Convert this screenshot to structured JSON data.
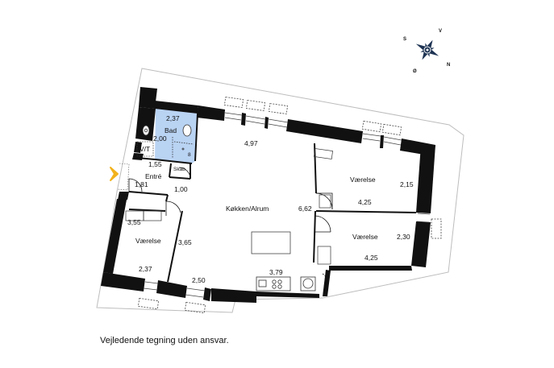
{
  "rooms": {
    "bad": {
      "label": "Bad",
      "dim1": "2,37",
      "dim2": "2,00"
    },
    "vt": {
      "label": "V/T"
    },
    "skab": {
      "label": "Skab"
    },
    "entre": {
      "label": "Entré",
      "dim1": "1,55",
      "dim2": "1,81",
      "dim3": "1,00"
    },
    "kokken": {
      "label": "Køkken/Alrum",
      "dim1": "4,97",
      "dim2": "6,62",
      "dim3": "3,79"
    },
    "vaerelse_ne": {
      "label": "Værelse",
      "dim1": "2,15",
      "dim2": "4,25"
    },
    "vaerelse_e": {
      "label": "Værelse",
      "dim1": "2,30",
      "dim2": "4,25"
    },
    "vaerelse_w": {
      "label": "Værelse",
      "dim1": "3,55",
      "dim2": "3,65",
      "dim3": "2,37",
      "dim4": "2,50"
    }
  },
  "compass": {
    "s": "S",
    "v": "V",
    "n": "N",
    "o": "Ø"
  },
  "colors": {
    "bath": "#b9d3f3",
    "wall": "#111111",
    "entry_arrow": "#f2b21b"
  },
  "icons": {
    "entry": "entry-arrow-icon",
    "compass": "compass-rose-icon"
  },
  "footer": {
    "note": "Vejledende tegning uden ansvar."
  }
}
